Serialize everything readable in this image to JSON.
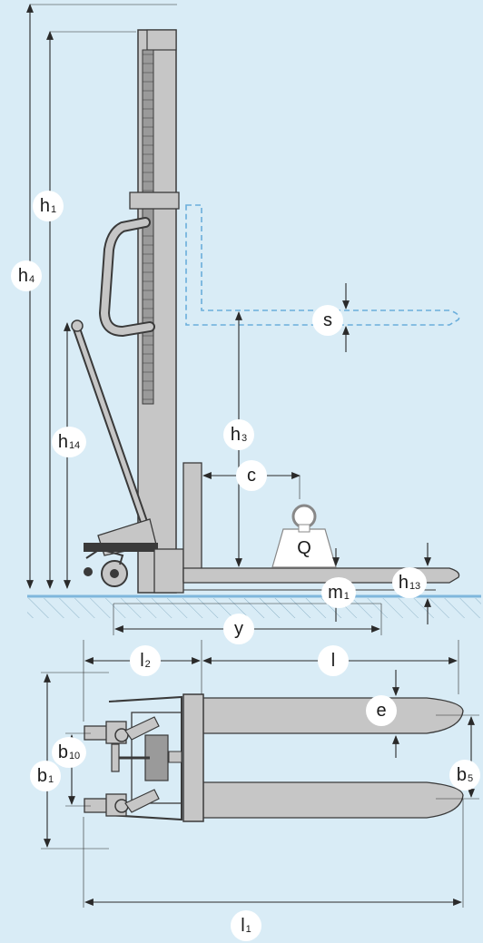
{
  "colors": {
    "background": "#d9ecf6",
    "frame": "#c6c6c6",
    "outline": "#3a3a3a",
    "floor": "#7fb7dc",
    "dashed": "#6aaedb"
  },
  "side_view": {
    "labels": {
      "h1": {
        "main": "h",
        "sub": "1"
      },
      "h4": {
        "main": "h",
        "sub": "4"
      },
      "h14": {
        "main": "h",
        "sub": "14"
      },
      "h3": {
        "main": "h",
        "sub": "3"
      },
      "s": {
        "main": "s",
        "sub": ""
      },
      "c": {
        "main": "c",
        "sub": ""
      },
      "q": {
        "main": "Q",
        "sub": ""
      },
      "m1": {
        "main": "m",
        "sub": "1"
      },
      "h13": {
        "main": "h",
        "sub": "13"
      },
      "y": {
        "main": "y",
        "sub": ""
      }
    }
  },
  "top_view": {
    "labels": {
      "l2": {
        "main": "l",
        "sub": "2"
      },
      "l": {
        "main": "l",
        "sub": ""
      },
      "e": {
        "main": "e",
        "sub": ""
      },
      "b10": {
        "main": "b",
        "sub": "10"
      },
      "b1": {
        "main": "b",
        "sub": "1"
      },
      "b5": {
        "main": "b",
        "sub": "5"
      },
      "l1": {
        "main": "l",
        "sub": "1"
      }
    }
  }
}
